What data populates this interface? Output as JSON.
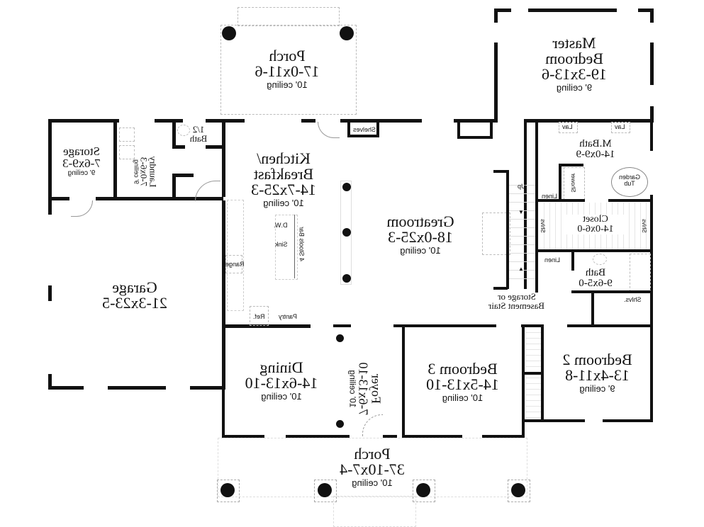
{
  "plan": {
    "mirrored": true,
    "rooms": [
      {
        "id": "porch_rear",
        "name": "Porch",
        "dims": "17-0x11-6",
        "ceiling": "10' ceiling"
      },
      {
        "id": "master_bedroom",
        "name": "Master Bedroom",
        "name_l1": "Master",
        "name_l2": "Bedroom",
        "dims": "19-3x13-6",
        "ceiling": "9' ceiling"
      },
      {
        "id": "storage",
        "name": "Storage",
        "dims": "7-6x9-3",
        "ceiling": "9' ceiling"
      },
      {
        "id": "laundry",
        "name": "Laundry",
        "dims": "7-0x6-3",
        "ceiling": "9' ceiling"
      },
      {
        "id": "half_bath",
        "name": "1/2 Bath",
        "name_l1": "1/2",
        "name_l2": "Bath"
      },
      {
        "id": "kitchen",
        "name": "Kitchen/ Breakfast",
        "name_l1": "Kitchen/",
        "name_l2": "Breakfast",
        "dims": "14-7x25-3",
        "ceiling": "10' ceiling"
      },
      {
        "id": "greatroom",
        "name": "Greatroom",
        "dims": "18-0x25-3",
        "ceiling": "10' ceiling"
      },
      {
        "id": "m_bath",
        "name": "M.Bath",
        "dims": "14-0x9-9"
      },
      {
        "id": "closet",
        "name": "Closet",
        "dims": "14-0x6-0"
      },
      {
        "id": "bath",
        "name": "Bath",
        "dims": "9-6x5-0"
      },
      {
        "id": "garage",
        "name": "Garage",
        "dims": "21-3x23-5"
      },
      {
        "id": "dining",
        "name": "Dining",
        "dims": "14-6x13-10",
        "ceiling": "10' ceiling"
      },
      {
        "id": "foyer",
        "name": "Foyer",
        "dims": "7-6x13-10",
        "ceiling": "10' ceiling"
      },
      {
        "id": "bedroom3",
        "name": "Bedroom 3",
        "dims": "14-5x13-10",
        "ceiling": "10' ceiling"
      },
      {
        "id": "bedroom2",
        "name": "Bedroom 2",
        "dims": "13-4x11-8",
        "ceiling": "9' ceiling"
      },
      {
        "id": "porch_front",
        "name": "Porch",
        "dims": "37-10x7-4",
        "ceiling": "10' ceiling"
      }
    ],
    "annotations": {
      "shelves": "Shelves",
      "lav1": "Lav",
      "lav2": "Lav",
      "shower": "Shower",
      "linen1": "Linen",
      "garden_tub_l1": "Garden",
      "garden_tub_l2": "Tub",
      "shlvs_left": "Shlvs",
      "shlvs_right": "Shlvs",
      "linen2": "Linen",
      "shlvs_bath": "Shlvs.",
      "up": "Up",
      "stair_l1": "Storage or",
      "stair_l2": "Basement Stair",
      "dw": "D.W.",
      "sink": "Sink",
      "bar": "4 Stools Bar",
      "range": "Range",
      "ref": "Ref.",
      "pantry": "Pantry"
    }
  }
}
